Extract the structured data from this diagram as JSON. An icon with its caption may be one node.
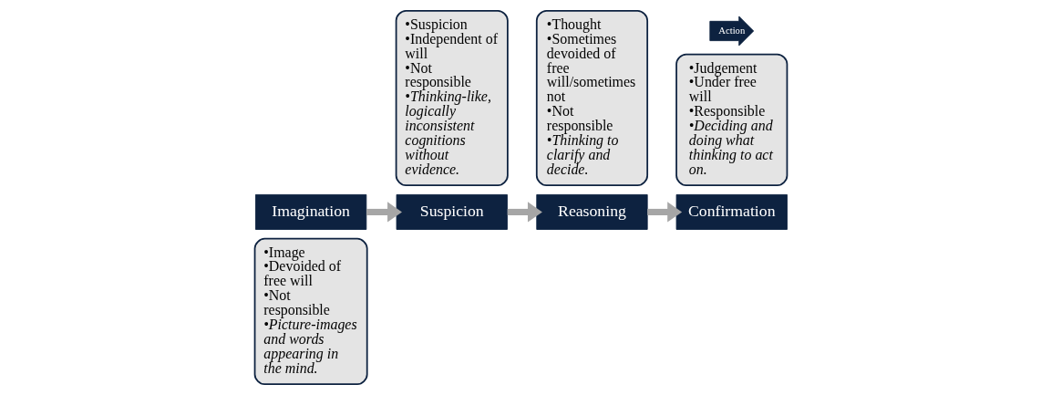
{
  "diagram": {
    "nodes": [
      {
        "text": [
          "Imagination"
        ]
      },
      {
        "text": [
          "•Image",
          "•Devoided of free will",
          "•Not responsible",
          "•Picture-images and words appearing in the mind."
        ]
      },
      {
        "text": [
          "Suspicion"
        ]
      },
      {
        "text": [
          "•Suspicion",
          "•Independent of will",
          "•Not responsible",
          "•Thinking-like, logically inconsistent cognitions without evidence."
        ]
      },
      {
        "text": [
          "Reasoning"
        ]
      },
      {
        "text": [
          "•Thought",
          "•Sometimes devoided of free will/sometimes not",
          "•Not responsible",
          "•Thinking to clarify and decide."
        ]
      },
      {
        "text": [
          "Confirmation"
        ]
      },
      {
        "text": [
          "•Judgement",
          "•Under free will",
          "•Responsible",
          "•Deciding and doing what thinking to act on."
        ]
      },
      {
        "text": [
          "Action"
        ]
      }
    ],
    "edges": [
      {
        "from": 0,
        "to": 2,
        "arrow": "to"
      },
      {
        "from": 2,
        "to": 4,
        "arrow": "to"
      },
      {
        "from": 4,
        "to": 6,
        "arrow": "to"
      }
    ]
  }
}
